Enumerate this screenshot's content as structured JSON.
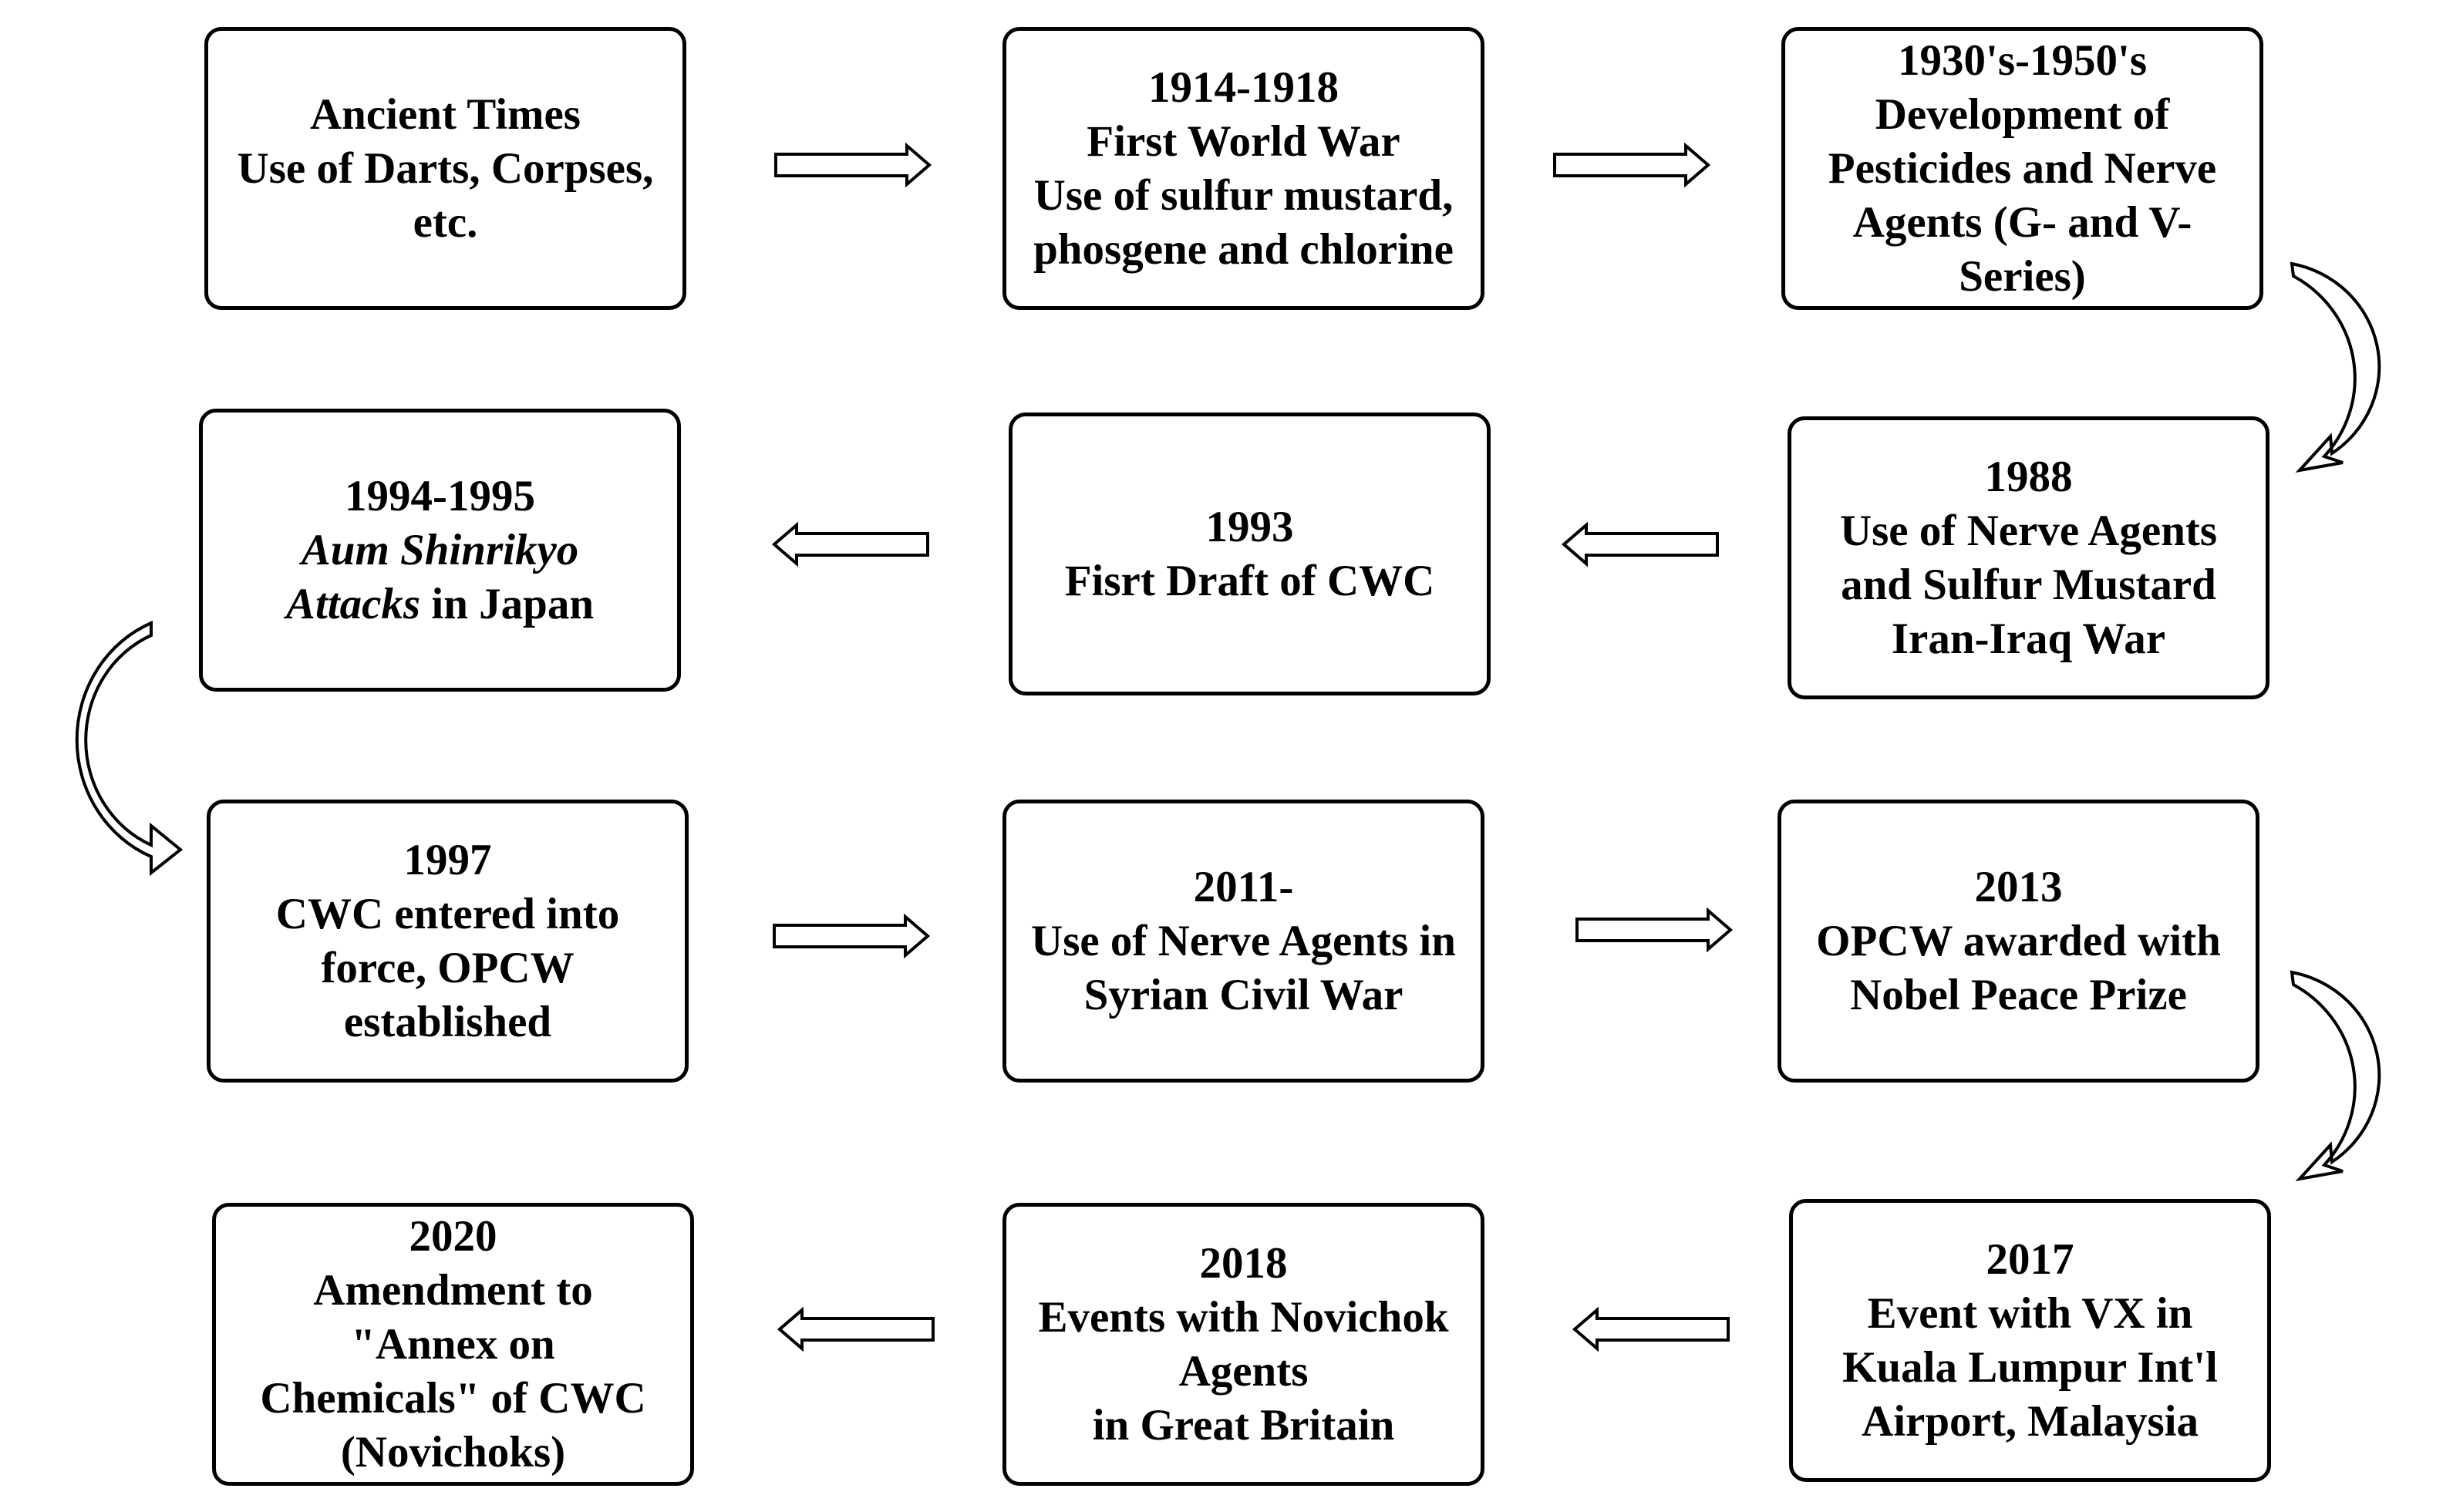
{
  "events": [
    {
      "id": "ancient",
      "lines": [
        "Ancient Times",
        "Use of Darts, Corpses,",
        "etc."
      ]
    },
    {
      "id": "ww1",
      "lines": [
        "1914-1918",
        "First World War",
        "Use of sulfur mustard,",
        "phosgene and chlorine"
      ]
    },
    {
      "id": "pesticides",
      "lines": [
        "1930's-1950's",
        "Development of",
        "Pesticides and Nerve",
        "Agents (G- and V-",
        "Series)"
      ]
    },
    {
      "id": "y1988",
      "lines": [
        "1988",
        "Use of Nerve Agents",
        "and Sulfur Mustard",
        "Iran-Iraq War"
      ]
    },
    {
      "id": "y1993",
      "lines": [
        "1993",
        "Fisrt Draft of CWC"
      ]
    },
    {
      "id": "aum",
      "line1": "1994-1995",
      "line2": "Aum Shinrikyo",
      "line3_italic": "Attacks",
      "line3_rest": " in Japan"
    },
    {
      "id": "y1997",
      "lines": [
        "1997",
        "CWC entered into",
        "force, OPCW",
        "established"
      ]
    },
    {
      "id": "y2011",
      "lines": [
        "2011-",
        "Use of Nerve Agents in",
        "Syrian Civil War"
      ]
    },
    {
      "id": "y2013",
      "lines": [
        "2013",
        "OPCW awarded with",
        "Nobel Peace Prize"
      ]
    },
    {
      "id": "y2017",
      "lines": [
        "2017",
        "Event with VX in",
        "Kuala Lumpur Int'l",
        "Airport, Malaysia"
      ]
    },
    {
      "id": "y2018",
      "lines": [
        "2018",
        "Events with Novichok",
        "Agents",
        "in Great Britain"
      ]
    },
    {
      "id": "y2020",
      "lines": [
        "2020",
        "Amendment to",
        "\"Annex on",
        "Chemicals\" of CWC",
        "(Novichoks)"
      ]
    }
  ],
  "colors": {
    "stroke": "#000000",
    "fill": "#ffffff"
  }
}
